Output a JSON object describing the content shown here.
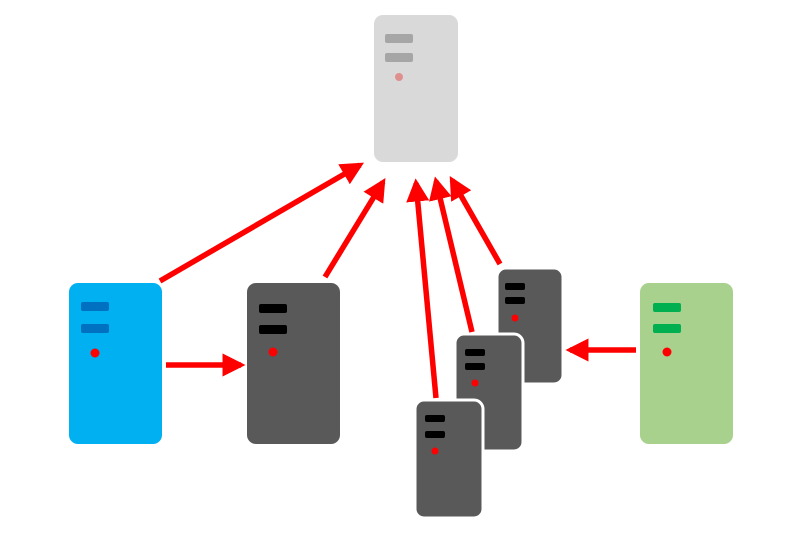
{
  "colors": {
    "background": "#ffffff",
    "arrow": "#ff0000",
    "dot": "#ff0000",
    "target_server_body": "#d9d9d9",
    "target_server_slot": "#a6a6a6",
    "target_server_dot": "#e08f8f",
    "blue_server_body": "#00b0f0",
    "blue_server_slot": "#0070c0",
    "dark_server_body": "#595959",
    "dark_server_slot": "#000000",
    "dark_server_outline": "#ffffff",
    "green_server_body": "#a9d18e",
    "green_server_slot": "#00b050"
  },
  "servers": [
    {
      "id": "central-target",
      "name": "server-target",
      "style": "target"
    },
    {
      "id": "blue-source",
      "name": "server-blue",
      "style": "blue"
    },
    {
      "id": "dark-relay",
      "name": "server-dark-relay",
      "style": "dark"
    },
    {
      "id": "stack-back",
      "name": "server-stack-back",
      "style": "dark-outlined"
    },
    {
      "id": "stack-middle",
      "name": "server-stack-middle",
      "style": "dark-outlined"
    },
    {
      "id": "stack-front",
      "name": "server-stack-front",
      "style": "dark-outlined"
    },
    {
      "id": "green-source",
      "name": "server-green",
      "style": "green"
    }
  ],
  "connections": [
    {
      "from": "blue-source",
      "to": "central-target"
    },
    {
      "from": "blue-source",
      "to": "dark-relay"
    },
    {
      "from": "dark-relay",
      "to": "central-target"
    },
    {
      "from": "stack-front",
      "to": "central-target"
    },
    {
      "from": "stack-middle",
      "to": "central-target"
    },
    {
      "from": "stack-back",
      "to": "central-target"
    },
    {
      "from": "green-source",
      "to": "stack-back"
    }
  ]
}
